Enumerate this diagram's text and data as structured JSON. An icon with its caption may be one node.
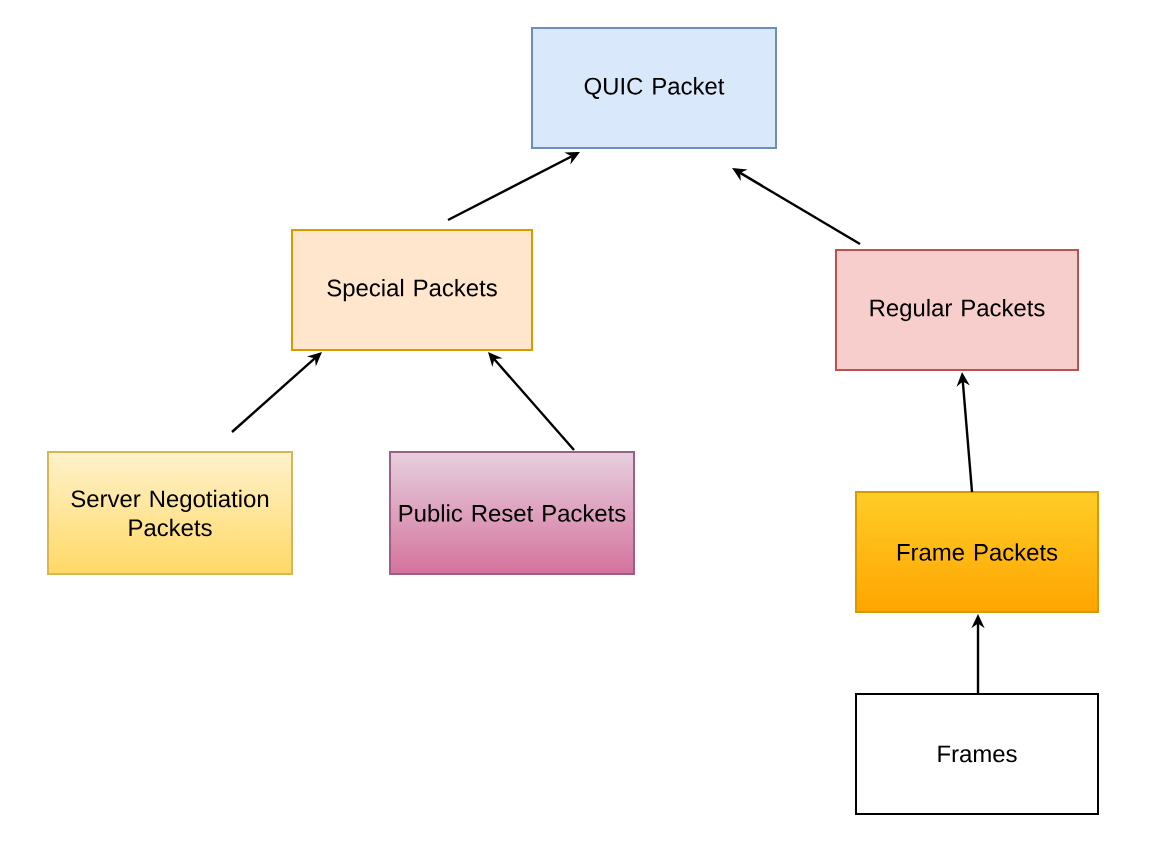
{
  "diagram": {
    "nodes": [
      {
        "text": [
          "QUIC Packet"
        ]
      },
      {
        "text": [
          "Special Packets"
        ]
      },
      {
        "text": [
          "Regular Packets"
        ]
      },
      {
        "text": [
          "Server Negotiation Packets"
        ]
      },
      {
        "text": [
          "Public Reset Packets"
        ]
      },
      {
        "text": [
          "Frame Packets"
        ]
      },
      {
        "text": [
          "Frames"
        ]
      }
    ],
    "edges": [
      {
        "from": 1,
        "to": 0,
        "arrow": "to"
      },
      {
        "from": 2,
        "to": 0,
        "arrow": "to"
      },
      {
        "from": 3,
        "to": 1,
        "arrow": "to"
      },
      {
        "from": 4,
        "to": 1,
        "arrow": "to"
      },
      {
        "from": 5,
        "to": 2,
        "arrow": "to"
      },
      {
        "from": 6,
        "to": 5,
        "arrow": "to"
      }
    ]
  }
}
